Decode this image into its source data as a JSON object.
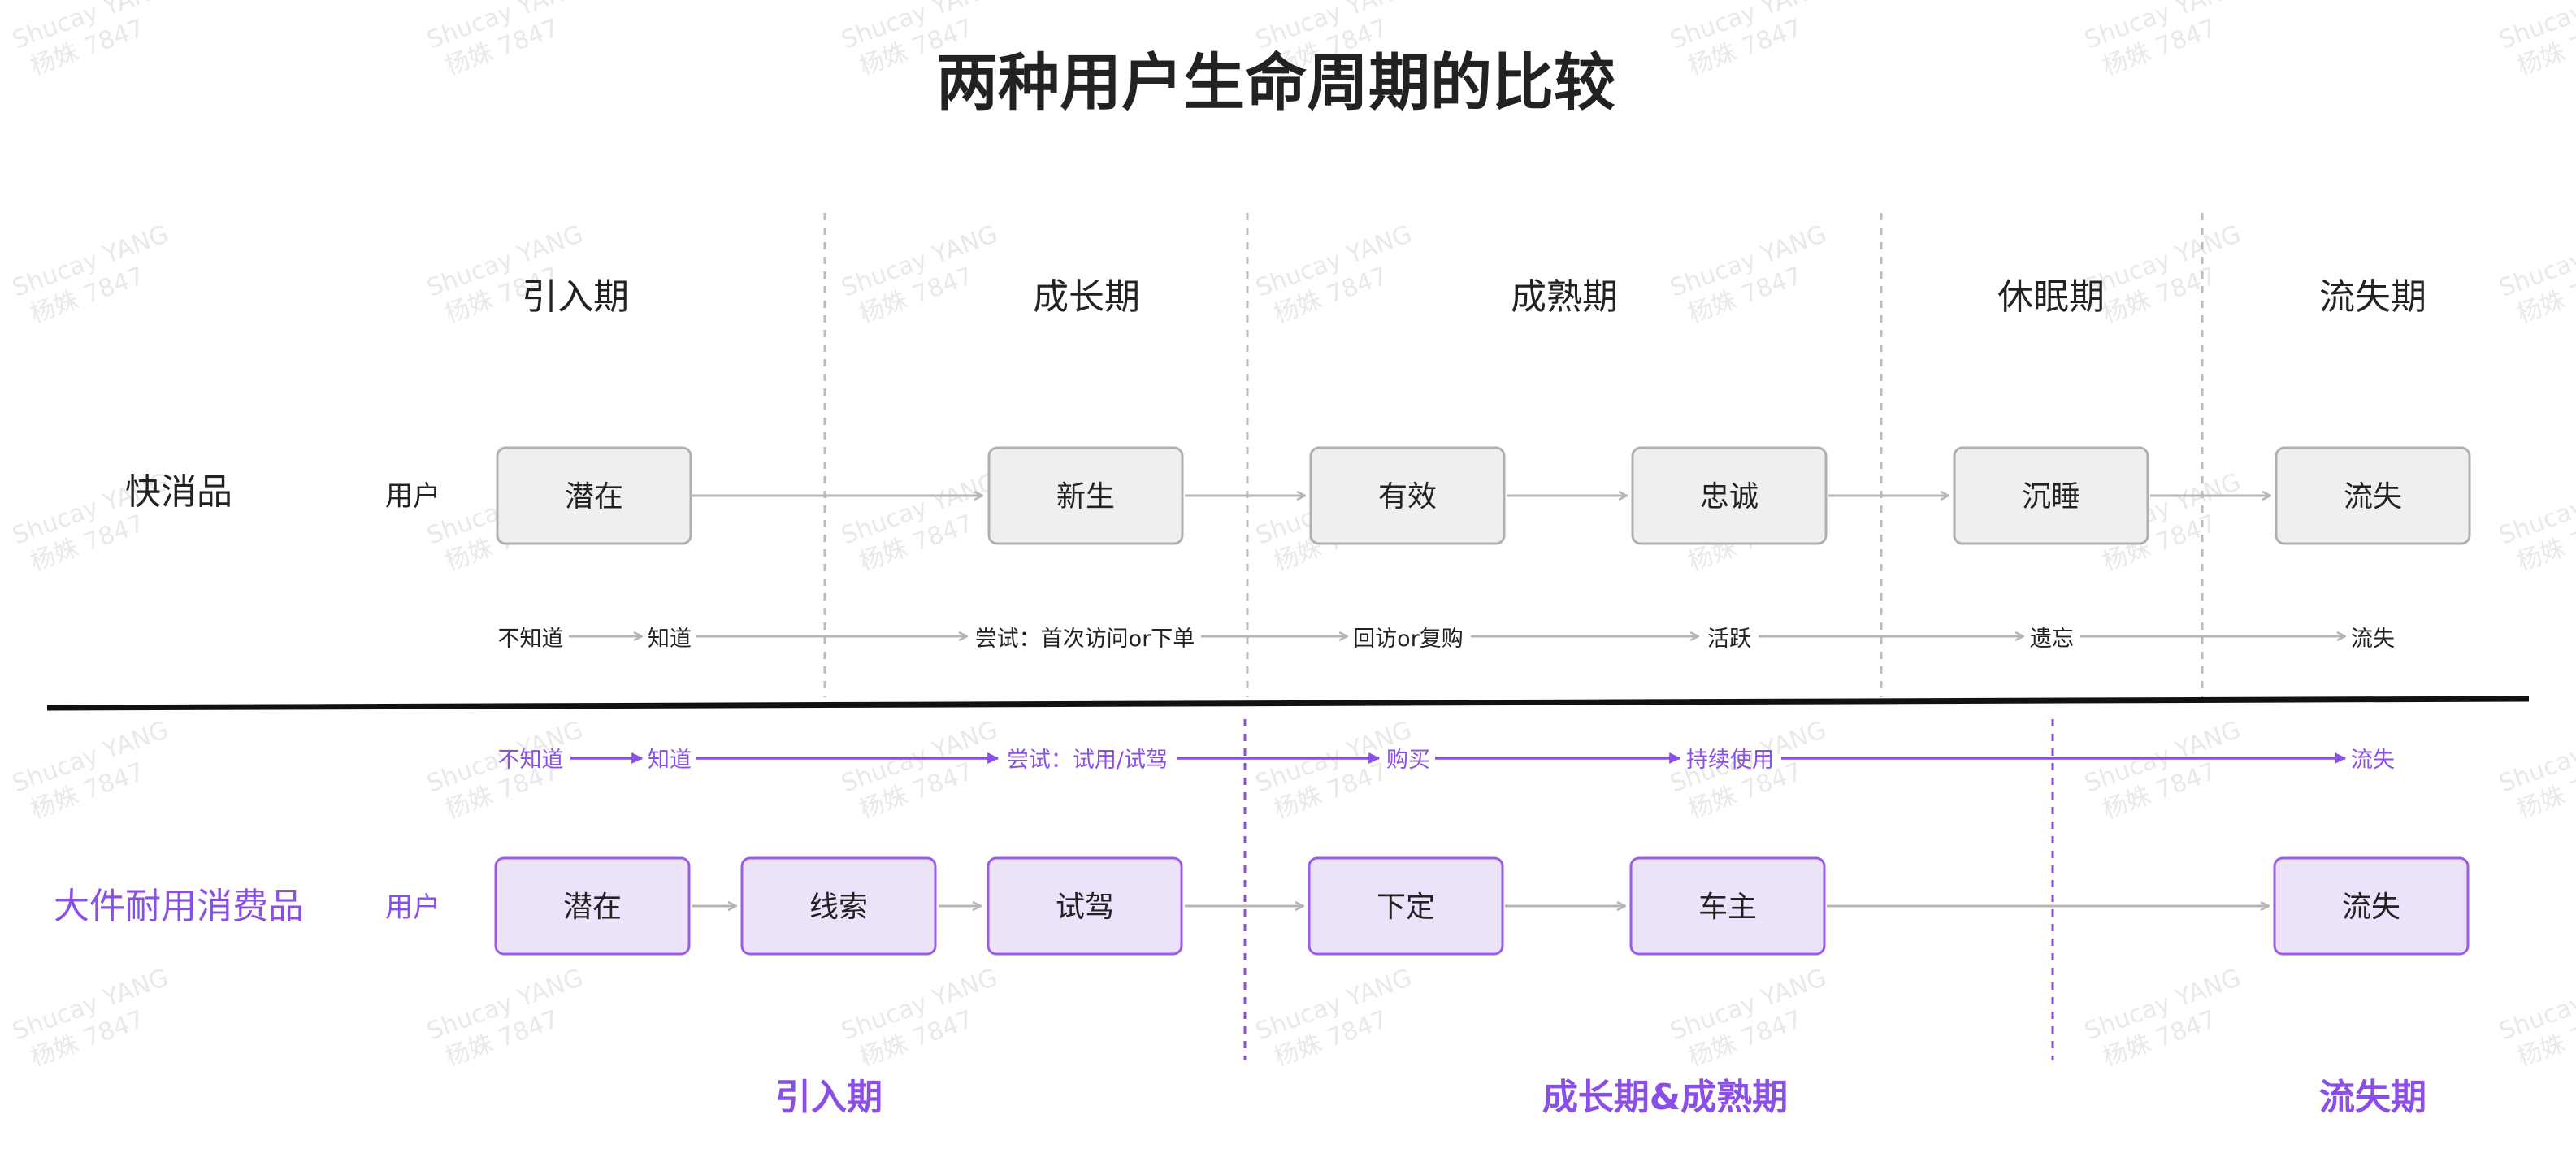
{
  "title": "两种用户生命周期的比较",
  "colors": {
    "text": "#222222",
    "accent": "#8a4fe6",
    "gray_box_fill": "#eeeff0",
    "gray_box_stroke": "#b0b0b0",
    "gray_arrow": "#b5b5b5",
    "purple_box_fill": "#ece3fb",
    "purple_box_stroke": "#9b5de5",
    "divider": "#111111",
    "watermark": "#e9e9e9"
  },
  "watermark": {
    "line1": "Shucay YANG",
    "line2": "杨姝 7847"
  },
  "fmcg": {
    "label": "快消品",
    "user_label": "用户",
    "phases": [
      "引入期",
      "成长期",
      "成熟期",
      "休眠期",
      "流失期"
    ],
    "stages": [
      "潜在",
      "新生",
      "有效",
      "忠诚",
      "沉睡",
      "流失"
    ],
    "behaviors": [
      "不知道",
      "知道",
      "尝试：首次访问or下单",
      "回访or复购",
      "活跃",
      "遗忘",
      "流失"
    ]
  },
  "durable": {
    "label": "大件耐用消费品",
    "user_label": "用户",
    "behaviors": [
      "不知道",
      "知道",
      "尝试：试用/试驾",
      "购买",
      "持续使用",
      "流失"
    ],
    "stages": [
      "潜在",
      "线索",
      "试驾",
      "下定",
      "车主",
      "流失"
    ],
    "phases": [
      "引入期",
      "成长期&成熟期",
      "流失期"
    ]
  }
}
